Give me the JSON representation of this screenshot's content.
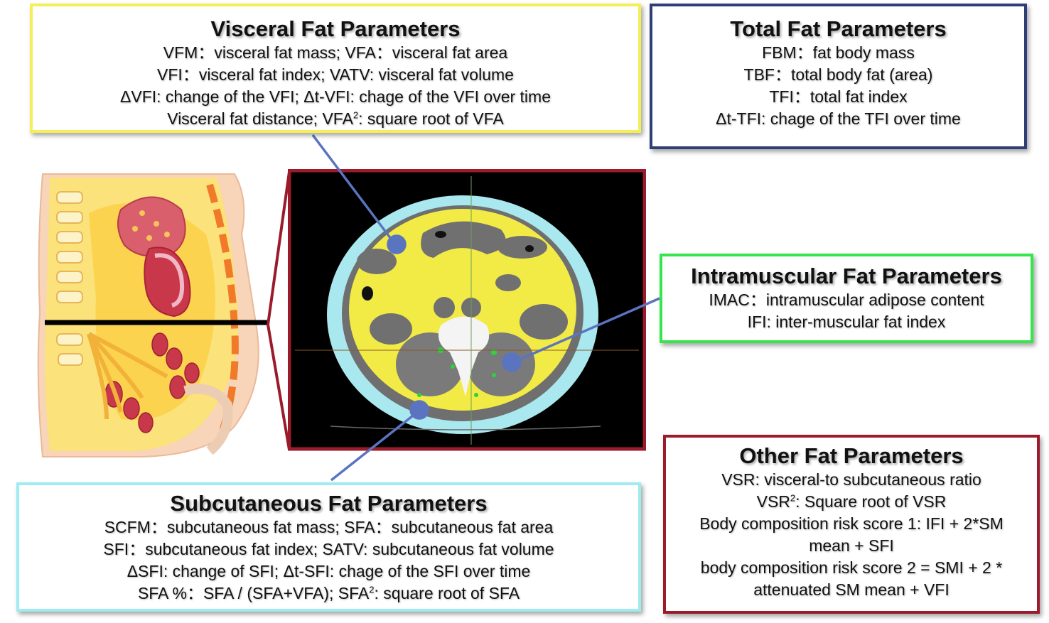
{
  "visceral": {
    "title": "Visceral Fat Parameters",
    "lines": [
      "VFM：visceral fat mass; VFA：visceral fat area",
      "VFI：visceral fat index; VATV: visceral fat volume",
      "ΔVFI: change of the VFI; Δt-VFI: chage of the VFI over time"
    ],
    "line4_pre": "Visceral fat distance; VFA",
    "line4_sup": "2",
    "line4_post": ": square root of VFA",
    "color": "#f3ef55"
  },
  "total": {
    "title": "Total Fat Parameters",
    "lines": [
      "FBM：fat body mass",
      "TBF：total body fat (area)",
      "TFI：total fat index",
      "Δt-TFI: chage of the TFI over time"
    ],
    "color": "#2e3f78"
  },
  "intramuscular": {
    "title": "Intramuscular Fat Parameters",
    "lines": [
      "IMAC：intramuscular adipose content",
      "IFI: inter-muscular fat index"
    ],
    "color": "#33e64a"
  },
  "subcutaneous": {
    "title": "Subcutaneous Fat Parameters",
    "lines": [
      "SCFM：subcutaneous fat mass; SFA：subcutaneous fat area",
      "SFI：subcutaneous fat index; SATV: subcutaneous fat volume",
      "ΔSFI: change of SFI; Δt-SFI: chage of the SFI over time"
    ],
    "line4_pre": "SFA %：SFA / (SFA+VFA); SFA",
    "line4_sup": "2",
    "line4_post": ": square root of SFA",
    "color": "#9fecf0"
  },
  "other": {
    "title": "Other Fat Parameters",
    "line1": "VSR: visceral-to subcutaneous ratio",
    "line2_pre": "VSR",
    "line2_sup": "2",
    "line2_post": ": Square root of VSR",
    "lines": [
      "Body composition risk score 1: IFI + 2*SM",
      "mean + SFI",
      "body composition risk score 2 = SMI + 2 *",
      "attenuated SM mean + VFI"
    ],
    "color": "#9b1b2a"
  },
  "colors": {
    "connector": "#5b74c0",
    "ct_frame": "#9b1b2a",
    "visceral_fat": "#f2ea45",
    "subcutaneous_fat": "#a8e8ee",
    "intramuscular_fat": "#2ed33a"
  }
}
